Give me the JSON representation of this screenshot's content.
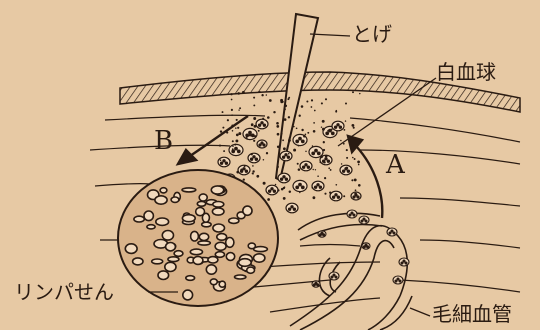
{
  "labels": {
    "thorn": "とげ",
    "white_blood_cell": "白血球",
    "lymph_node": "リンパせん",
    "capillary": "毛細血管",
    "arrow_a": "A",
    "arrow_b": "B"
  },
  "colors": {
    "paper": "#e7c9a4",
    "ink": "#2a1b12",
    "cell_fill": "#f1d9bd"
  }
}
